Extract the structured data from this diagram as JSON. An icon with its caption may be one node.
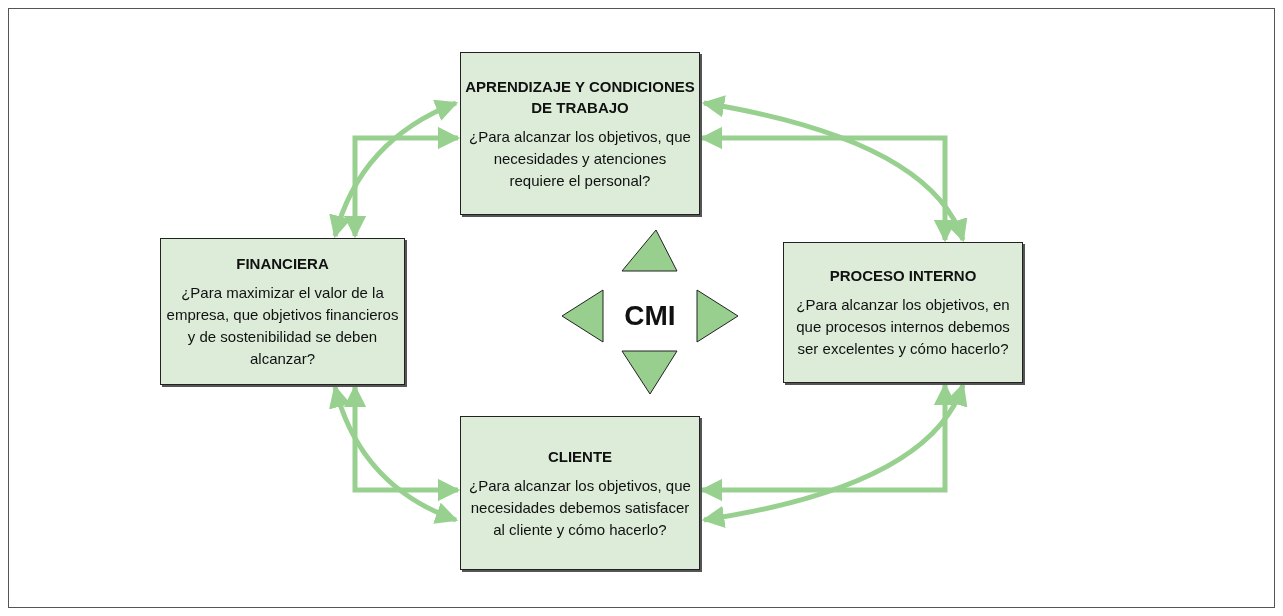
{
  "diagram": {
    "nodes": [
      {
        "text": [
          "APRENDIZAJE Y CONDICIONES DE TRABAJO",
          "¿Para alcanzar los objetivos, que necesidades y atenciones requiere el personal?"
        ]
      },
      {
        "text": [
          "FINANCIERA",
          "¿Para maximizar el valor de la empresa, que objetivos financieros y de sostenibilidad se deben alcanzar?"
        ]
      },
      {
        "text": [
          "PROCESO INTERNO",
          "¿Para alcanzar los objetivos, en que procesos internos debemos ser excelentes y cómo hacerlo?"
        ]
      },
      {
        "text": [
          "CLIENTE",
          "¿Para alcanzar los objetivos, que necesidades debemos satisfacer al cliente y cómo hacerlo?"
        ]
      }
    ],
    "edges": [
      {
        "from": 1,
        "to": 0,
        "arrow": "both"
      },
      {
        "from": 1,
        "to": 0,
        "arrow": "both"
      },
      {
        "from": 0,
        "to": 2,
        "arrow": "both"
      },
      {
        "from": 0,
        "to": 2,
        "arrow": "both"
      },
      {
        "from": 1,
        "to": 3,
        "arrow": "both"
      },
      {
        "from": 1,
        "to": 3,
        "arrow": "both"
      },
      {
        "from": 3,
        "to": 2,
        "arrow": "both"
      },
      {
        "from": 3,
        "to": 2,
        "arrow": "both"
      }
    ],
    "labels": [
      "CMI"
    ]
  }
}
